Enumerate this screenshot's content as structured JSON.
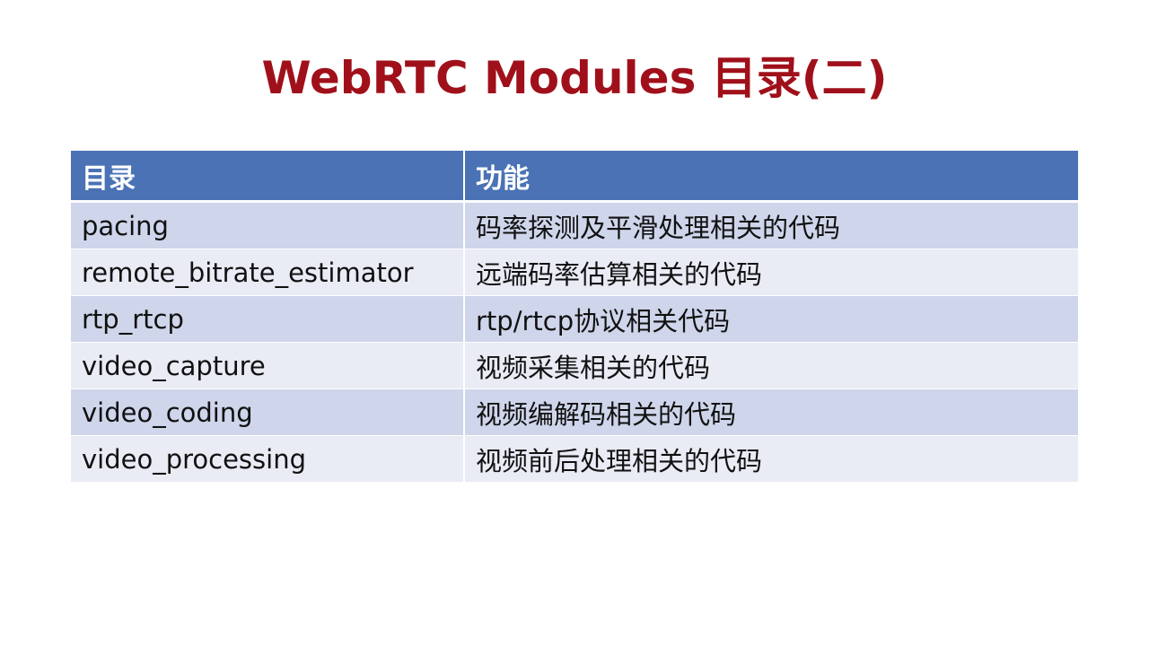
{
  "title": "WebRTC Modules 目录(二)",
  "table": {
    "headers": [
      "目录",
      "功能"
    ],
    "rows": [
      [
        "pacing",
        "码率探测及平滑处理相关的代码"
      ],
      [
        "remote_bitrate_estimator",
        "远端码率估算相关的代码"
      ],
      [
        "rtp_rtcp",
        "rtp/rtcp协议相关代码"
      ],
      [
        "video_capture",
        "视频采集相关的代码"
      ],
      [
        "video_coding",
        "视频编解码相关的代码"
      ],
      [
        "video_processing",
        "视频前后处理相关的代码"
      ]
    ]
  },
  "colors": {
    "title": "#a0101a",
    "header_bg": "#4a72b5",
    "row_odd_bg": "#cfd5ea",
    "row_even_bg": "#e9ebf5"
  }
}
